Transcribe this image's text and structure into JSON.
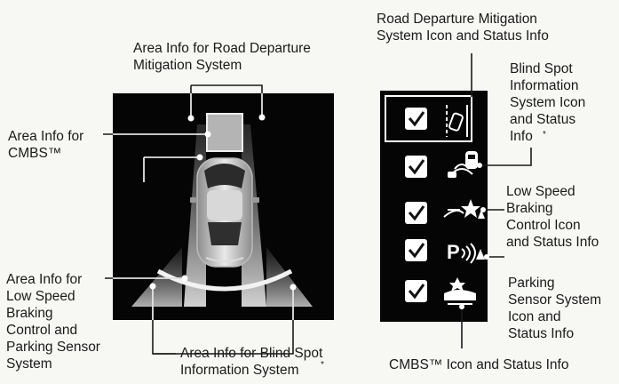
{
  "labels": {
    "area_rdm": "Area Info for Road Departure\nMitigation System",
    "area_cmbs": "Area Info for\nCMBS™",
    "area_lsbc": "Area Info for\nLow Speed\nBraking\nControl and\nParking Sensor\nSystem",
    "area_bsi": "Area Info for Blind Spot\nInformation System",
    "area_bsi_mark": "*",
    "rdm_icon": "Road Departure Mitigation\nSystem Icon and Status Info",
    "bsi_icon": "Blind Spot\nInformation\nSystem Icon\nand Status\nInfo",
    "bsi_icon_mark": "*",
    "lsbc_icon": "Low Speed\nBraking\nControl Icon\nand Status Info",
    "parking_icon": "Parking\nSensor System\nIcon and\nStatus Info",
    "cmbs_icon": "CMBS™ Icon and Status Info"
  },
  "icons": {
    "parking_letter": "P"
  },
  "colors": {
    "panel": "#050505",
    "light_beam": "#d9d9d9",
    "lead_line": "#1a1a1a",
    "highlight": "#ffffff"
  }
}
